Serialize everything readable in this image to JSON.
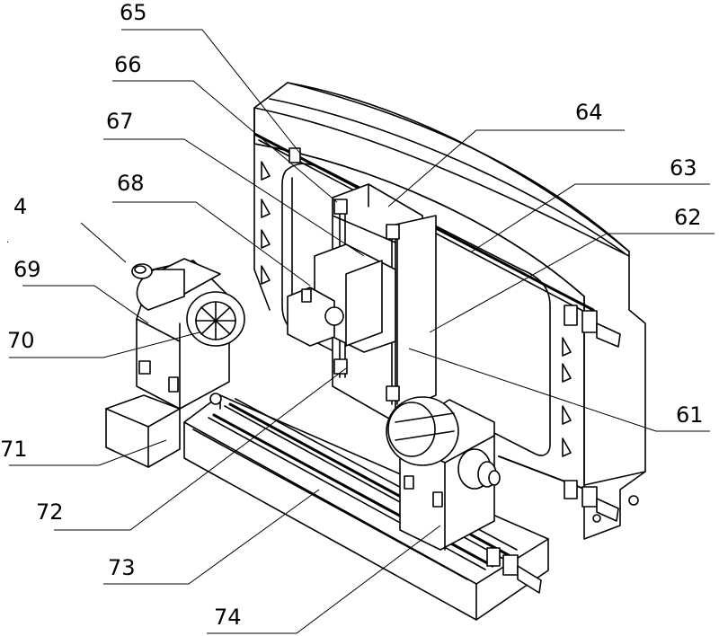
{
  "labels": {
    "l65": "65",
    "l66": "66",
    "l67": "67",
    "l64": "64",
    "l63": "63",
    "l68": "68",
    "l62": "62",
    "l4": "4",
    "l69": "69",
    "l70": "70",
    "l61": "61",
    "l71": "71",
    "l72": "72",
    "l73": "73",
    "l74": "74"
  }
}
